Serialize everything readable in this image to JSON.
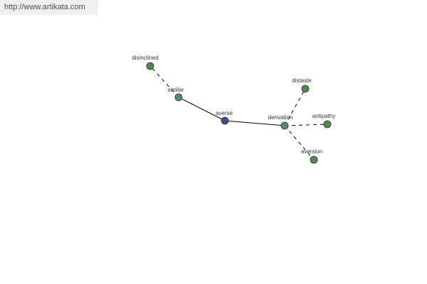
{
  "watermark": {
    "text": "http://www.artikata.com"
  },
  "colors": {
    "root": "#3f4f8f",
    "relation": "#4f8a8a",
    "term": "#4f8a4f",
    "node_stroke": "#2f2f2f",
    "edge": "#000000",
    "label": "#333333"
  },
  "nodes": [
    {
      "id": "disinclined",
      "label": "disinclined",
      "kind": "term"
    },
    {
      "id": "similar",
      "label": "similar",
      "kind": "relation"
    },
    {
      "id": "averse",
      "label": "averse",
      "kind": "root"
    },
    {
      "id": "derivation",
      "label": "derivation",
      "kind": "relation"
    },
    {
      "id": "distaste",
      "label": "distaste",
      "kind": "term"
    },
    {
      "id": "antipathy",
      "label": "antipathy",
      "kind": "term"
    },
    {
      "id": "aversion",
      "label": "aversion",
      "kind": "term"
    }
  ],
  "edges": [
    {
      "from": "averse",
      "to": "similar",
      "style": "solid"
    },
    {
      "from": "averse",
      "to": "derivation",
      "style": "solid"
    },
    {
      "from": "similar",
      "to": "disinclined",
      "style": "dashed"
    },
    {
      "from": "derivation",
      "to": "distaste",
      "style": "dashed"
    },
    {
      "from": "derivation",
      "to": "antipathy",
      "style": "dashed"
    },
    {
      "from": "derivation",
      "to": "aversion",
      "style": "dashed"
    }
  ]
}
